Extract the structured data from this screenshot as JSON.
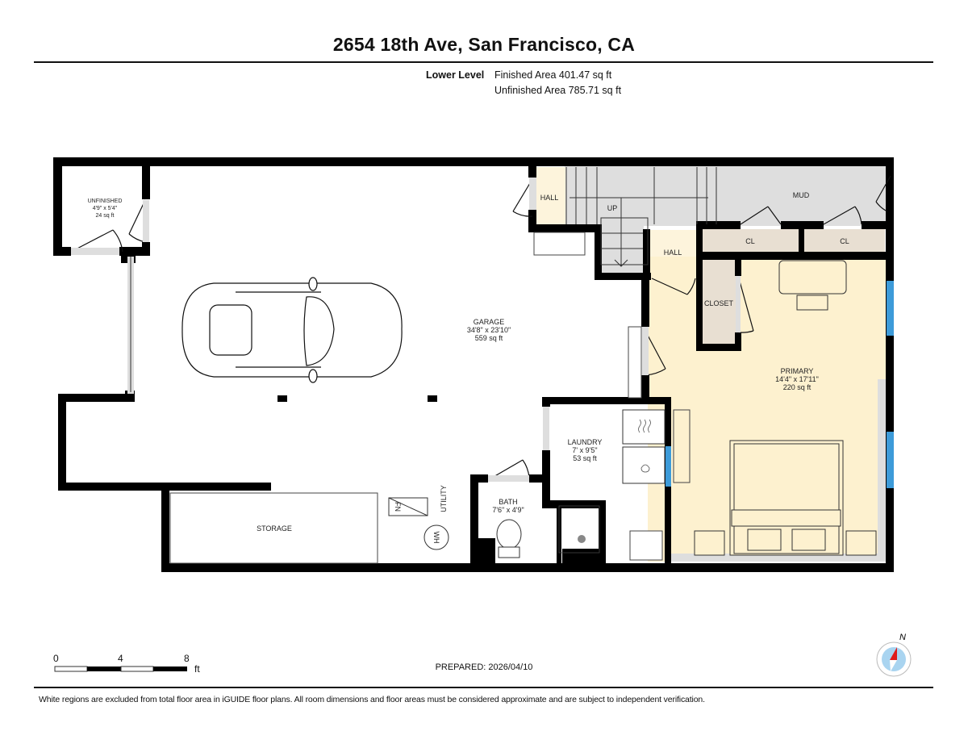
{
  "header": {
    "title": "2654 18th Ave, San Francisco, CA",
    "level": "Lower Level",
    "finished_area": "Finished Area 401.47 sq ft",
    "unfinished_area": "Unfinished Area 785.71 sq ft"
  },
  "rooms": {
    "unfinished": {
      "name": "UNFINISHED",
      "dims": "4'9\" x 5'4\"",
      "area": "24 sq ft"
    },
    "garage": {
      "name": "GARAGE",
      "dims": "34'8\" x 23'10\"",
      "area": "559 sq ft"
    },
    "primary": {
      "name": "PRIMARY",
      "dims": "14'4\" x 17'11\"",
      "area": "220 sq ft"
    },
    "laundry": {
      "name": "LAUNDRY",
      "dims": "7' x 9'5\"",
      "area": "53 sq ft"
    },
    "bath": {
      "name": "BATH",
      "dims": "7'6\" x 4'9\""
    },
    "hall_upper": {
      "name": "HALL"
    },
    "hall_lower": {
      "name": "HALL"
    },
    "mud": {
      "name": "MUD"
    },
    "closet_1": {
      "name": "CL"
    },
    "closet_2": {
      "name": "CL"
    },
    "closet": {
      "name": "CLOSET"
    },
    "storage": {
      "name": "STORAGE"
    },
    "utility": {
      "name": "UTILITY"
    },
    "stairs": {
      "label": "UP"
    }
  },
  "fixtures": {
    "furnace": "FN",
    "water_heater": "WH"
  },
  "scale": {
    "ticks": [
      "0",
      "4",
      "8"
    ],
    "unit": "ft"
  },
  "compass": {
    "label": "N"
  },
  "footer": {
    "prepared": "PREPARED: 2026/04/10",
    "disclaimer": "White regions are excluded from total floor area in iGUIDE floor plans. All room dimensions and floor areas must be considered approximate and are subject to independent verification."
  },
  "colors": {
    "wall": "#000000",
    "finished_fill": "#fdf1cf",
    "hall_fill": "#fdf4dc",
    "closet_fill": "#e8dfd2",
    "unfinished_gray": "#dedede",
    "window": "#3d9bd9",
    "compass_needle": "#e01b1b",
    "compass_ring": "#a9d4f0"
  }
}
